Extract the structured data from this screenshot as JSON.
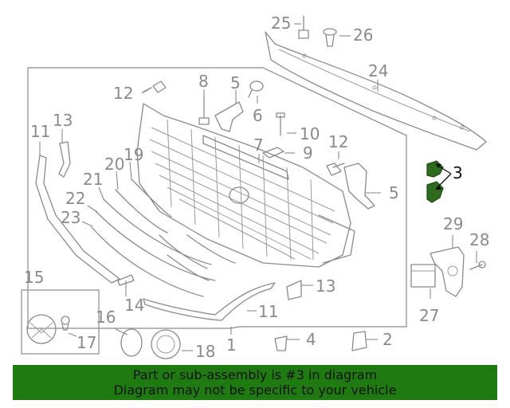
{
  "callouts": {
    "c1": "1",
    "c2": "2",
    "c3": "3",
    "c4": "4",
    "c5a": "5",
    "c5b": "5",
    "c6": "6",
    "c7": "7",
    "c8": "8",
    "c9": "9",
    "c10": "10",
    "c11a": "11",
    "c11b": "11",
    "c12a": "12",
    "c12b": "12",
    "c13a": "13",
    "c13b": "13",
    "c14": "14",
    "c15": "15",
    "c16": "16",
    "c17": "17",
    "c18": "18",
    "c19": "19",
    "c20": "20",
    "c21": "21",
    "c22": "22",
    "c23": "23",
    "c24": "24",
    "c25": "25",
    "c26": "26",
    "c27": "27",
    "c28": "28",
    "c29": "29"
  },
  "highlighted_part": "3",
  "colors": {
    "banner_bg": "#1f7a12",
    "highlight_part": "#2e6b1f",
    "line_art": "#8a8a8a"
  },
  "banner": {
    "line1": "Part or sub-assembly is #3 in diagram",
    "line2": "Diagram may not be specific to your vehicle"
  }
}
